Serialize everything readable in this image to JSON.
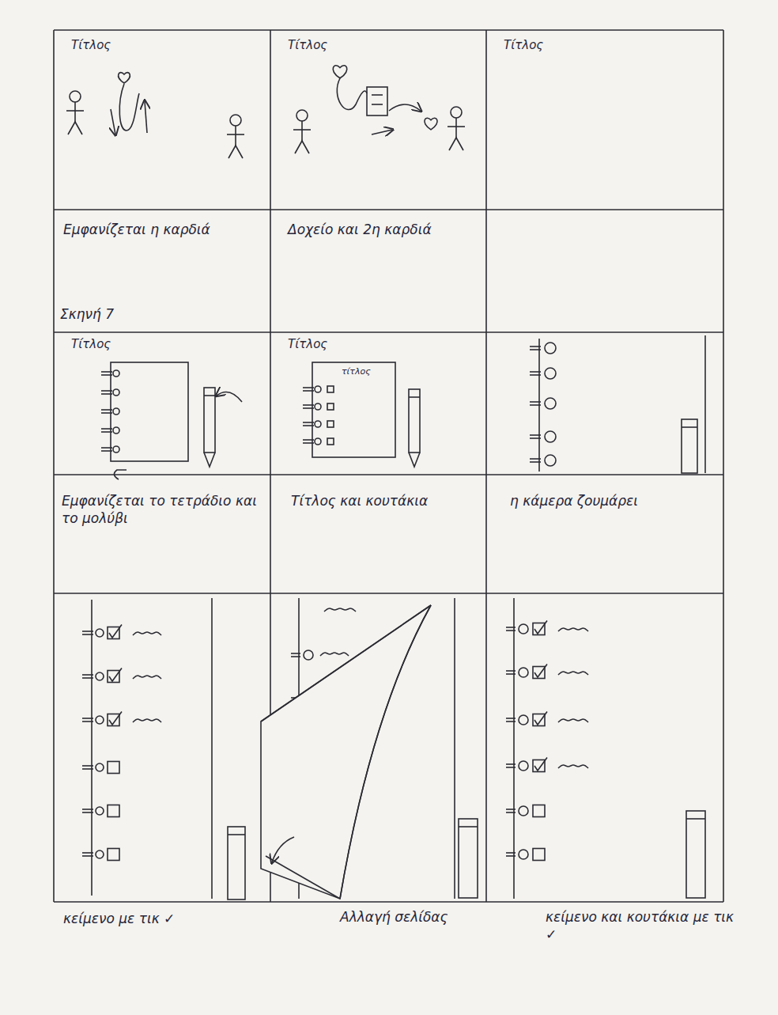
{
  "diagram": {
    "nodes": [
      {
        "text": [
          "Τίτλος"
        ]
      },
      {
        "text": [
          "Τίτλος"
        ]
      },
      {
        "text": [
          "Τίτλος"
        ]
      },
      {
        "text": [
          "Εμφανίζεται η καρδιά"
        ]
      },
      {
        "text": [
          "Δοχείο και 2η καρδιά"
        ]
      },
      {
        "text": [
          "Τίτλος"
        ]
      },
      {
        "text": [
          "Τίτλος"
        ]
      },
      {
        "text": [
          "Εμφανίζεται το τετράδιο και το μολύβι"
        ]
      },
      {
        "text": [
          "Τίτλος και κουτάκια"
        ]
      },
      {
        "text": [
          "η κάμερα ζουμάρει"
        ]
      }
    ],
    "labels": [
      "Σκηνή 7",
      "τίτλος",
      "κείμενο με τικ ✓",
      "Αλλαγή σελίδας",
      "κείμενο και κουτάκια με τικ ✓"
    ]
  }
}
